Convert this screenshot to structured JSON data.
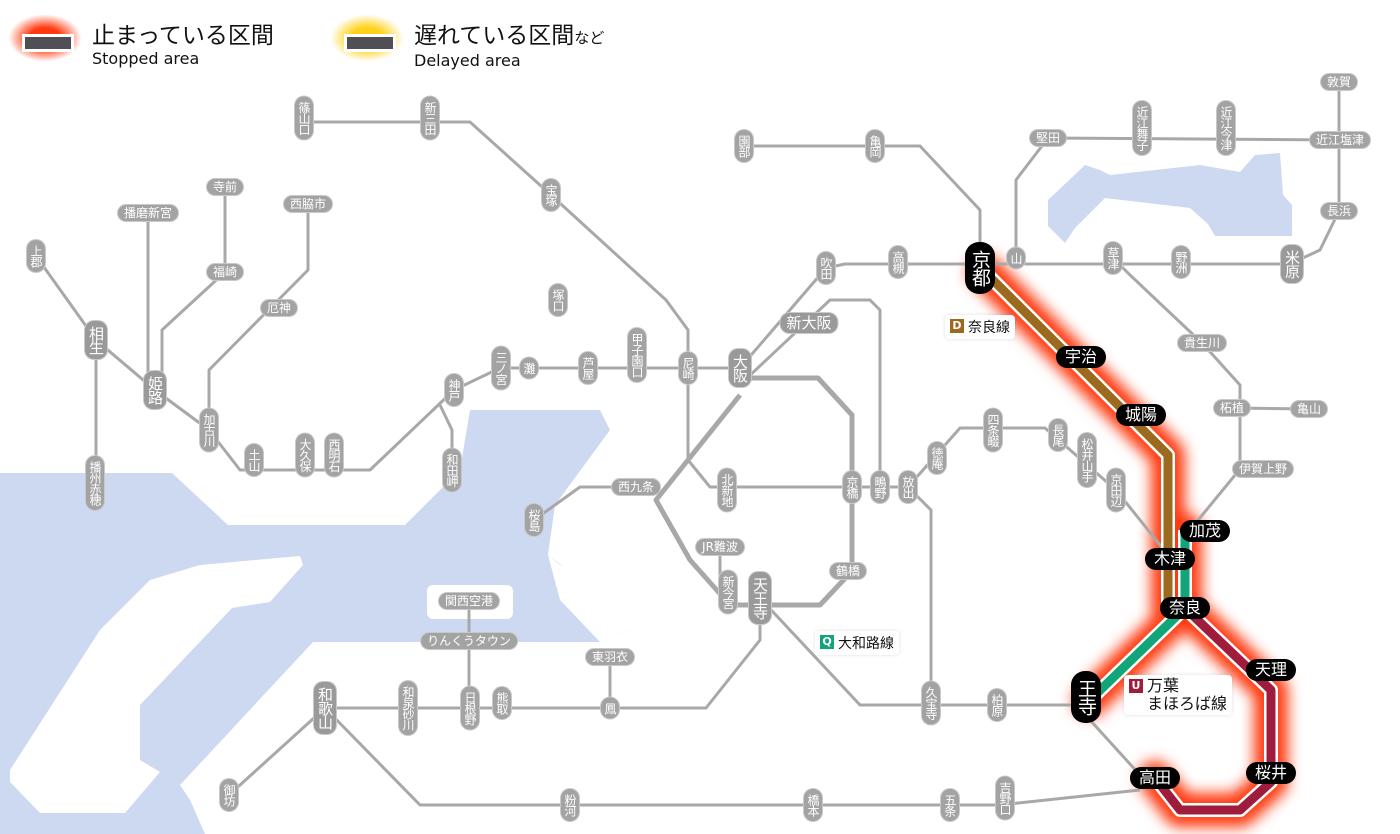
{
  "legend": {
    "stopped": {
      "ja": "止まっている区間",
      "en": "Stopped area",
      "glow": "#ff3a10"
    },
    "delayed": {
      "ja": "遅れている区間",
      "suffix": "など",
      "en": "Delayed area",
      "glow": "#ffd21a"
    }
  },
  "colors": {
    "line": "#a8a8a8",
    "water": "#cdd8f1",
    "nara_line": "#9b6a1e",
    "yamatoji_line": "#12a57a",
    "manyo_line": "#a01c3c",
    "stopped_glow": "#ff3a10"
  },
  "line_labels": {
    "nara": {
      "badge": "D",
      "name": "奈良線",
      "color": "#9b6a1e"
    },
    "yamatoji": {
      "badge": "Q",
      "name": "大和路線",
      "color": "#12a57a"
    },
    "manyo": {
      "badge": "U",
      "name1": "万葉",
      "name2": "まほろば線",
      "color": "#a01c3c"
    }
  },
  "stations": {
    "regular": [
      "篠山口",
      "新三田",
      "宝塚",
      "塚口",
      "尼崎",
      "大阪",
      "新大阪",
      "吹田",
      "高槻",
      "園部",
      "亀岡",
      "甲子園口",
      "芦屋",
      "灘",
      "三ノ宮",
      "神戸",
      "和田岬",
      "西明石",
      "大久保",
      "土山",
      "加古川",
      "厄神",
      "西脇市",
      "寺前",
      "福崎",
      "播磨新宮",
      "姫路",
      "相生",
      "上郡",
      "播州赤穂",
      "西九条",
      "桜島",
      "北新地",
      "京橋",
      "鴫野",
      "放出",
      "徳庵",
      "四条畷",
      "長尾",
      "松井山手",
      "京田辺",
      "JR難波",
      "新今宮",
      "天王寺",
      "鶴橋",
      "関西空港",
      "りんくうタウン",
      "東羽衣",
      "鳳",
      "熊取",
      "日根野",
      "和泉砂川",
      "和歌山",
      "御坊",
      "粉河",
      "橋本",
      "五条",
      "吉野口",
      "柏原",
      "久宝寺",
      "堅田",
      "近江舞子",
      "近江今津",
      "敦賀",
      "近江塩津",
      "長浜",
      "米原",
      "野洲",
      "草津",
      "山",
      "貴生川",
      "柘植",
      "亀山",
      "伊賀上野"
    ],
    "affected": [
      "京都",
      "宇治",
      "城陽",
      "加茂",
      "木津",
      "奈良",
      "天理",
      "桜井",
      "高田",
      "王寺"
    ]
  }
}
